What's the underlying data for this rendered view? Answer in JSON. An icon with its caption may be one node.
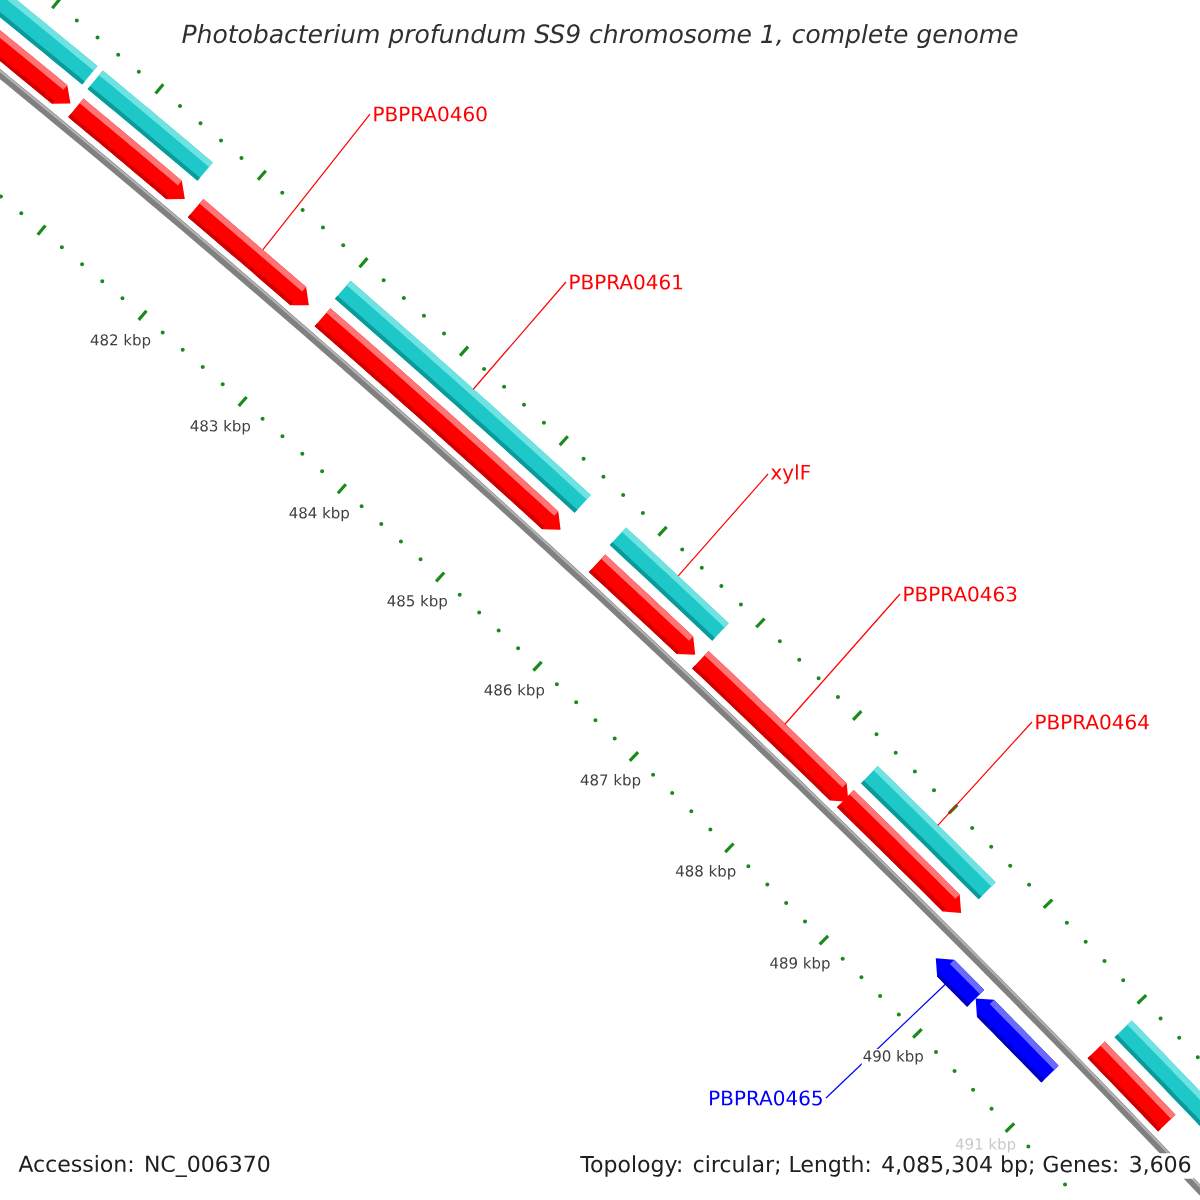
{
  "diagram": {
    "title": "Photobacterium profundum SS9 chromosome 1, complete genome",
    "nodes": [
      {
        "text": [
          "PBPRA0460"
        ]
      },
      {
        "text": [],
        "shape": "arrow"
      },
      {
        "text": [
          "PBPRA0461"
        ]
      },
      {
        "text": [],
        "shape": "bar"
      },
      {
        "text": [
          "xylF"
        ]
      },
      {
        "text": [],
        "shape": "bar"
      },
      {
        "text": [
          "PBPRA0463"
        ]
      },
      {
        "text": [],
        "shape": "arrow"
      },
      {
        "text": [
          "PBPRA0464"
        ]
      },
      {
        "text": [],
        "shape": "bar"
      },
      {
        "text": [
          "PBPRA0465"
        ]
      },
      {
        "text": [],
        "shape": "arrow"
      },
      {
        "text": [],
        "shape": "bar"
      },
      {
        "text": [],
        "shape": "arrow"
      },
      {
        "text": [],
        "shape": "bar"
      },
      {
        "text": [],
        "shape": "arrow"
      },
      {
        "text": [],
        "shape": "arrow"
      },
      {
        "text": [],
        "shape": "arrow"
      },
      {
        "text": [],
        "shape": "arrow"
      },
      {
        "text": [],
        "shape": "arrow"
      },
      {
        "text": [],
        "shape": "bar"
      },
      {
        "text": [],
        "shape": "bar"
      }
    ],
    "edges": [
      {
        "from": 0,
        "to": 1,
        "arrow": "none"
      },
      {
        "from": 2,
        "to": 3,
        "arrow": "none"
      },
      {
        "from": 4,
        "to": 5,
        "arrow": "none"
      },
      {
        "from": 6,
        "to": 7,
        "arrow": "none"
      },
      {
        "from": 8,
        "to": 9,
        "arrow": "none"
      },
      {
        "from": 10,
        "to": 11,
        "arrow": "none",
        "color": "#0000ff"
      }
    ],
    "labels": [
      "482 kbp",
      "483 kbp",
      "484 kbp",
      "485 kbp",
      "486 kbp",
      "487 kbp",
      "488 kbp",
      "489 kbp",
      "490 kbp",
      "491 kbp",
      "Accession: NC_006370",
      "Topology: circular; Length: 4,085,304 bp; Genes: 3,606"
    ]
  }
}
